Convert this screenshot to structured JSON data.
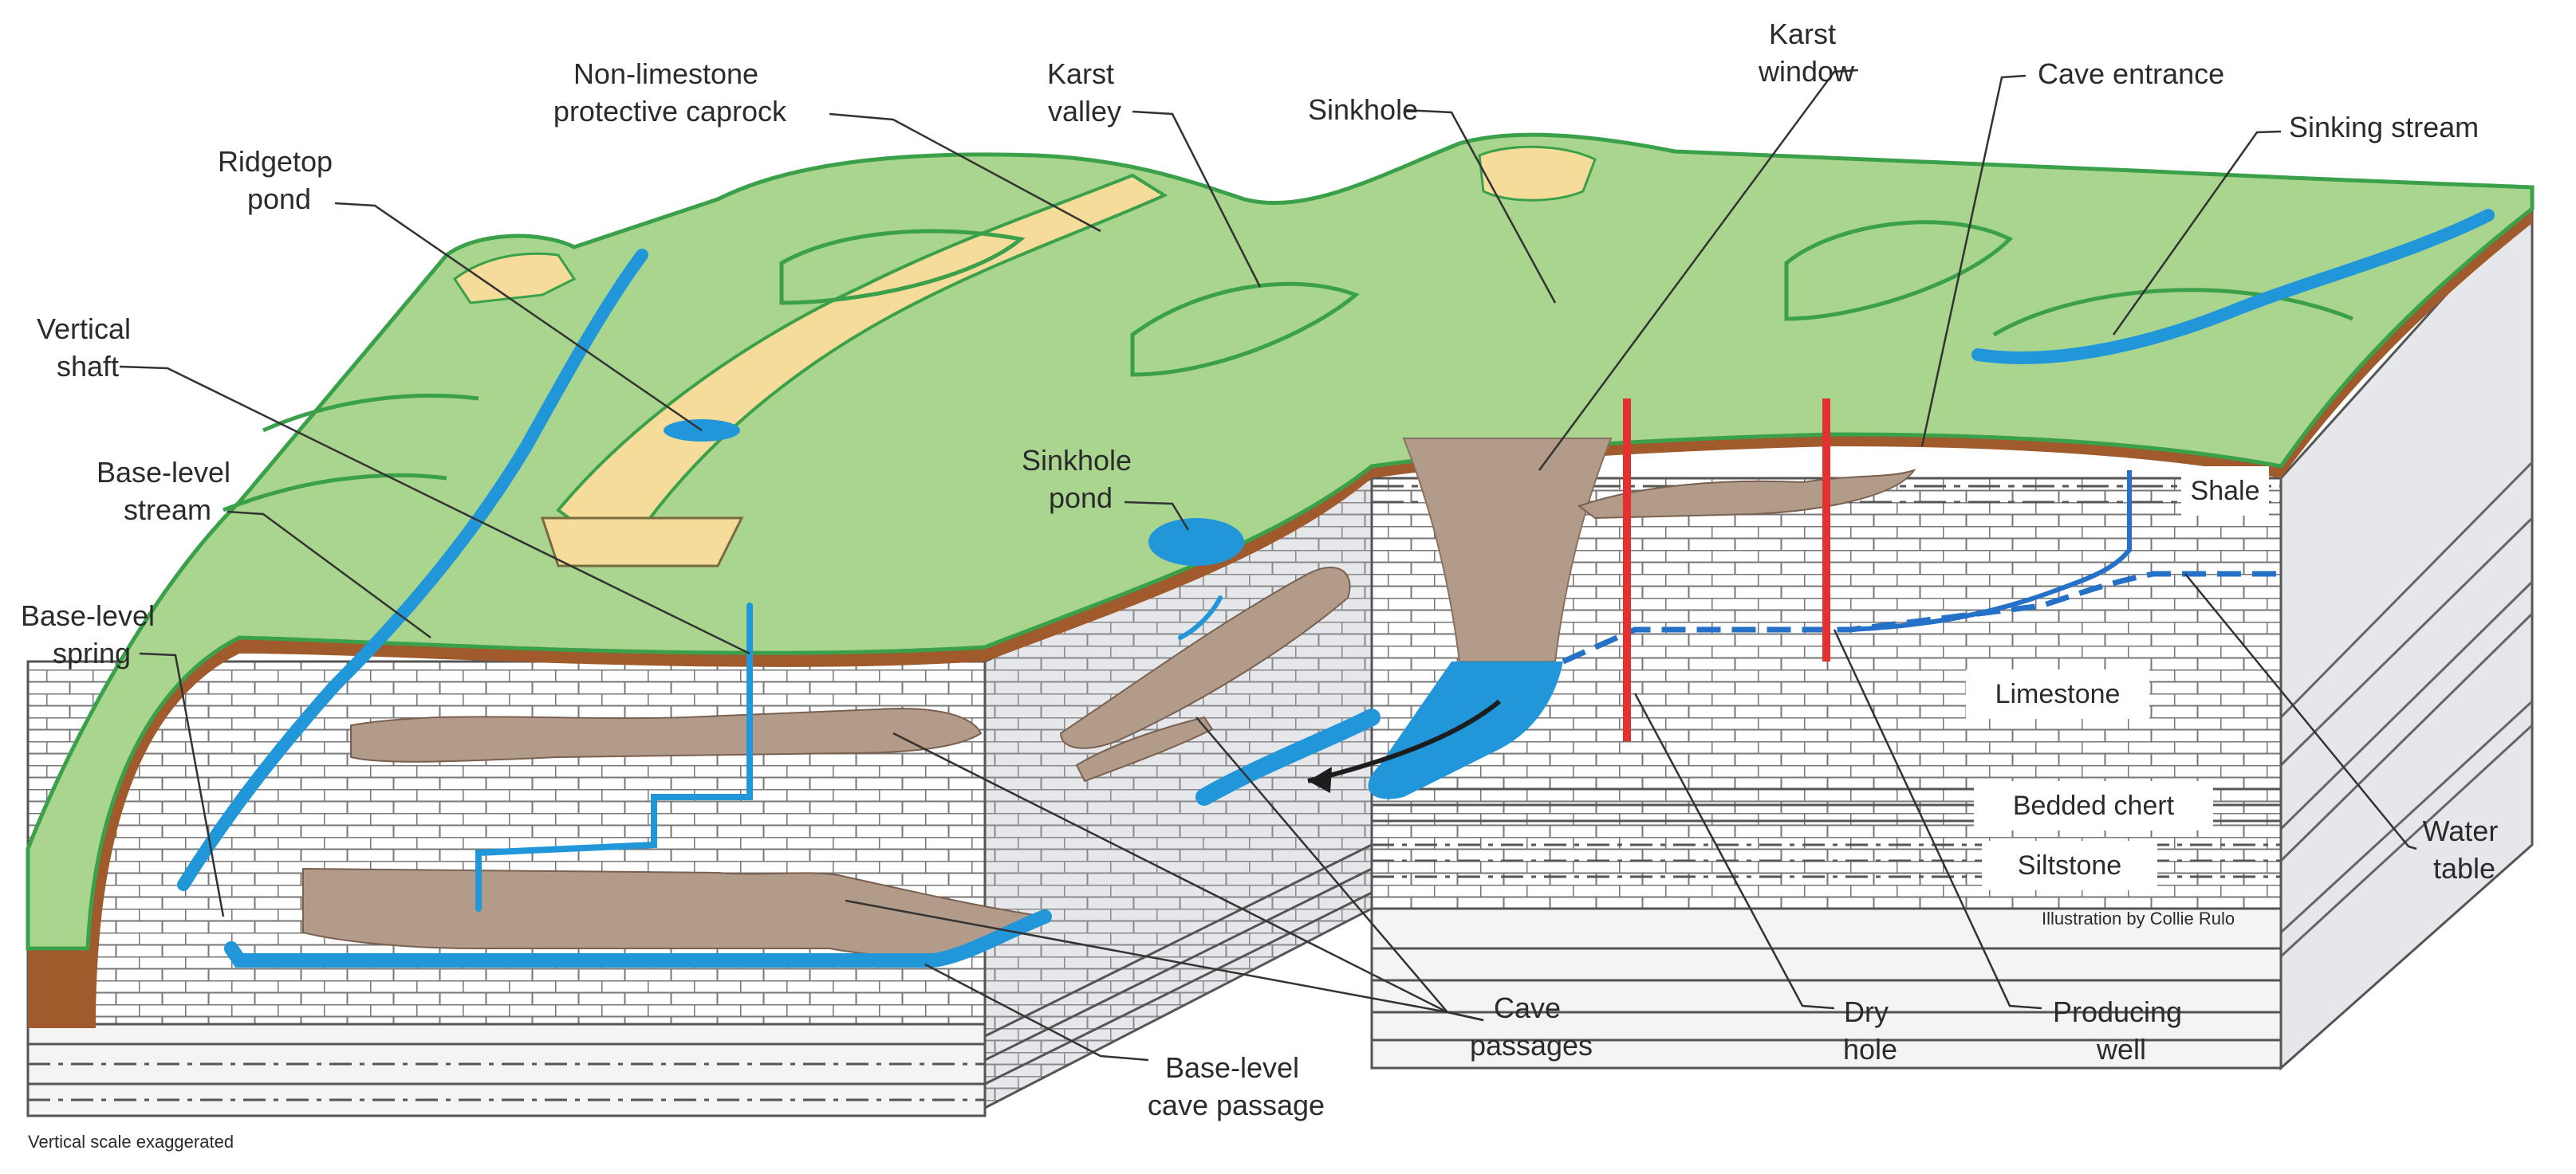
{
  "labels": {
    "ridgetop_pond": [
      "Ridgetop",
      "pond"
    ],
    "non_limestone_caprock": [
      "Non-limestone",
      "protective caprock"
    ],
    "karst_valley": [
      "Karst",
      "valley"
    ],
    "sinkhole": "Sinkhole",
    "karst_window": [
      "Karst",
      "window"
    ],
    "cave_entrance": "Cave entrance",
    "sinking_stream": "Sinking stream",
    "vertical_shaft": [
      "Vertical",
      "shaft"
    ],
    "base_level_stream": [
      "Base-level",
      "stream"
    ],
    "base_level_spring": [
      "Base-level",
      "spring"
    ],
    "sinkhole_pond": [
      "Sinkhole",
      "pond"
    ],
    "shale": "Shale",
    "limestone": "Limestone",
    "bedded_chert": "Bedded chert",
    "siltstone": "Siltstone",
    "water_table": [
      "Water",
      "table"
    ],
    "cave_passages": [
      "Cave",
      "passages"
    ],
    "base_level_cave_passage": [
      "Base-level",
      "cave passage"
    ],
    "dry_hole": [
      "Dry",
      "hole"
    ],
    "producing_well": [
      "Producing",
      "well"
    ]
  },
  "credit": "Illustration by Collie Rulo",
  "scale_note": "Vertical scale exaggerated",
  "colors": {
    "land": "#a9d58f",
    "land_edge": "#3aa04a",
    "soil": "#a05a2c",
    "water": "#2196d8",
    "caprock": "#f6dc9a",
    "cave": "#b29b88",
    "wells": "#e53030",
    "rock_face": "#ffffff",
    "inner_face": "#e6e7ea"
  }
}
